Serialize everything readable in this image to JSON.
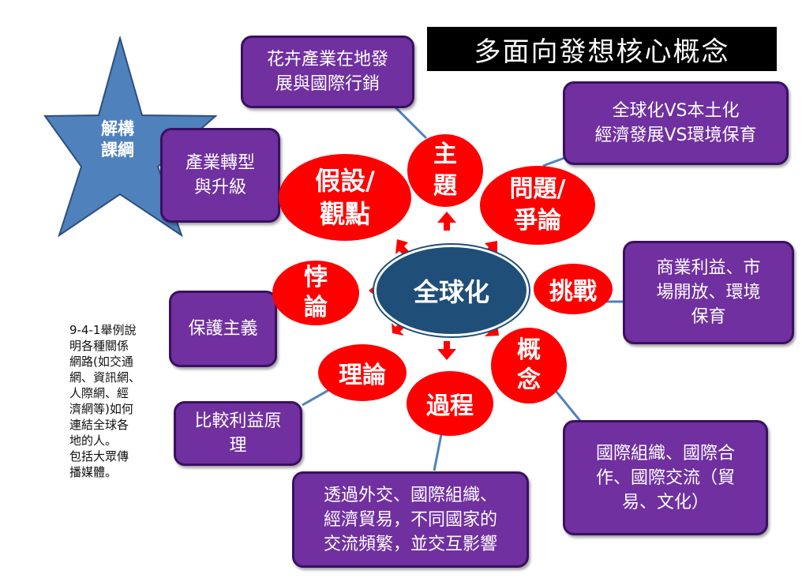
{
  "title": "多面向發想核心概念",
  "star": {
    "label_line1": "解構",
    "label_line2": "課綱"
  },
  "center": "全球化",
  "bubbles": {
    "theme": [
      "主",
      "題"
    ],
    "issue": [
      "問題/",
      "爭論"
    ],
    "challenge": "挑戰",
    "concept": [
      "概",
      "念"
    ],
    "process": "過程",
    "theory": "理論",
    "paradox": [
      "悖",
      "論"
    ],
    "hypothesis": [
      "假設/",
      "觀點"
    ]
  },
  "boxes": {
    "floral": [
      "花卉產業在地發",
      "展與國際行銷"
    ],
    "global_local": [
      "全球化VS本土化",
      "經濟發展VS環境保育"
    ],
    "commercial": [
      "商業利益、市",
      "場開放、環境",
      "保育"
    ],
    "intl_org": [
      "國際組織、國際合",
      "作、國際交流（貿",
      "易、文化）"
    ],
    "diplomacy": [
      "透過外交、國際組織、",
      "經濟貿易，不同國家的",
      "交流頻繁，並交互影響"
    ],
    "comparative": [
      "比較利益原",
      "理"
    ],
    "protection": "保護主義",
    "industry": [
      "產業轉型",
      "與升級"
    ]
  },
  "side_note": [
    "9-4-1舉例說",
    "明各種關係",
    "網路(如交通",
    "網、資訊網、",
    "人際網、經",
    "濟網等)如何",
    "連結全球各",
    "地的人。",
    "包括大眾傳",
    "播媒體。"
  ],
  "colors": {
    "box_fill": "#7030a0",
    "bubble_fill": "#ff0000",
    "center_fill": "#1f4e79",
    "star_fill": "#4f81bd",
    "connector": "#4f81bd"
  }
}
